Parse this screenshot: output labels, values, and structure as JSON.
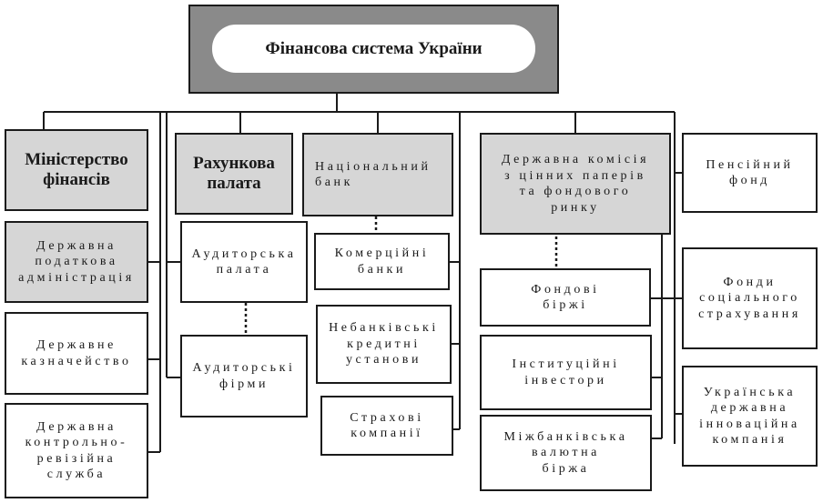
{
  "title": "Фінансова система України",
  "nodes": {
    "ministry": "Міністерство\nфінансів",
    "tax_admin": "Державна\nподаткова\nадміністрація",
    "treasury": "Державне\nказначейство",
    "audit_service": "Державна\nконтрольно-\nревізійна\nслужба",
    "accounts_chamber": "Рахункова\nпалата",
    "auditor_chamber": "Аудиторська\nпалата",
    "audit_firms": "Аудиторські\nфірми",
    "national_bank": "Національний\nбанк",
    "commercial_banks": "Комерційні\nбанки",
    "nonbank_credit": "Небанківські\nкредитні\nустанови",
    "insurance": "Страхові\nкомпанії",
    "securities_commission": "Державна комісія\nз цінних паперів\nта фондового\nринку",
    "stock_exchanges": "Фондові\nбіржі",
    "institutional_investors": "Інституційні\nінвестори",
    "currency_exchange": "Міжбанківська\nвалютна\nбіржа",
    "pension_fund": "Пенсійний\nфонд",
    "social_funds": "Фонди\nсоціального\nстрахування",
    "innovation_company": "Українська\nдержавна\nінноваційна\nкомпанія"
  }
}
